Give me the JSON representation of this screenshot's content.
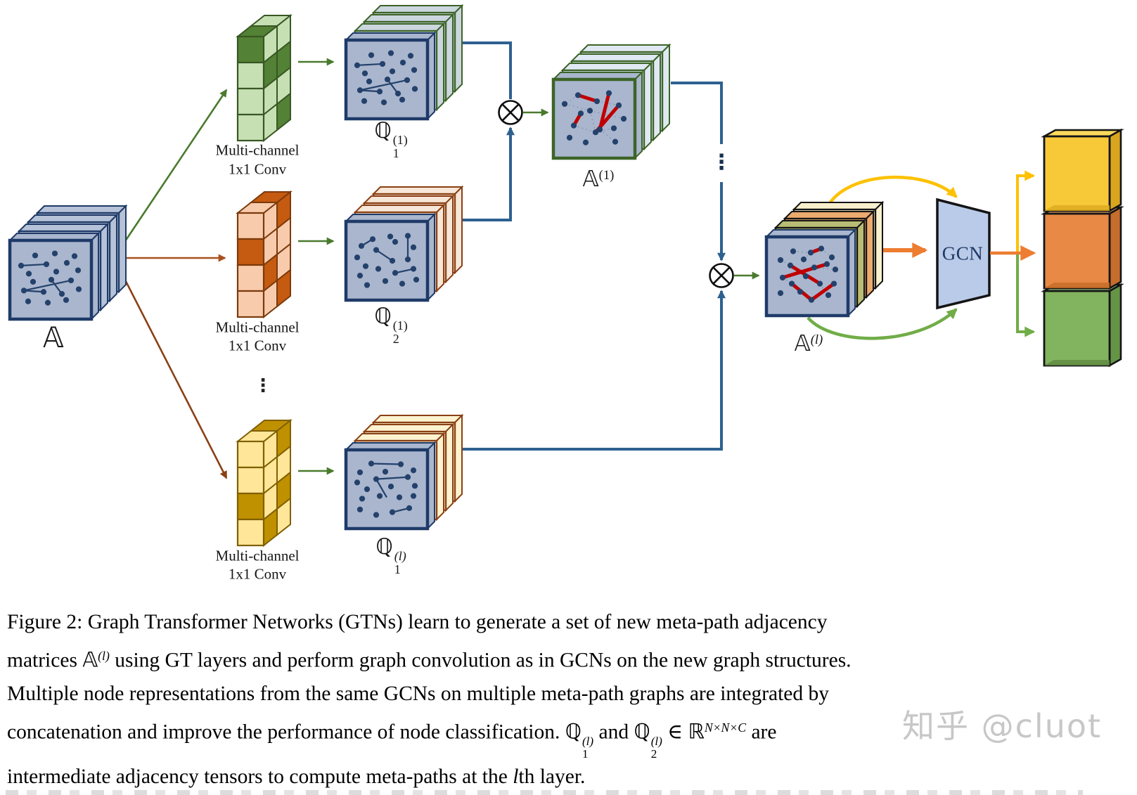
{
  "figure": {
    "type": "architecture-diagram",
    "title": "Graph Transformer Networks (GTN) layer diagram"
  },
  "labels": {
    "a": "𝔸",
    "conv_line1": "Multi-channel",
    "conv_line2": "1x1 Conv",
    "q11": {
      "base": "ℚ",
      "sub": "1",
      "sup": "(1)"
    },
    "q21": {
      "base": "ℚ",
      "sub": "2",
      "sup": "(1)"
    },
    "q1l": {
      "base": "ℚ",
      "sub": "1",
      "sup": "(l)"
    },
    "a1": {
      "base": "𝔸",
      "sup": "(1)"
    },
    "al": {
      "base": "𝔸",
      "sup": "(l)"
    },
    "gcn": "GCN",
    "vdots": "⋮",
    "otimes": "⊗"
  },
  "caption": {
    "line1": "Figure 2: Graph Transformer Networks (GTNs) learn to generate a set of new meta-path adjacency",
    "line2": {
      "s1": "matrices ",
      "a": "𝔸",
      "sup": "(l)",
      "s2": " using GT layers and perform graph convolution as in GCNs on the new graph structures."
    },
    "line3": "Multiple node representations from the same GCNs on multiple meta-path graphs are integrated by",
    "line4": {
      "s1": "concatenation and improve the performance of node classification. ",
      "q": "ℚ",
      "q1sub": "1",
      "q1sup": "(l)",
      "s2": " and ",
      "q2sub": "2",
      "q2sup": "(l)",
      "s3": " ∈ ",
      "r": "ℝ",
      "rsup": "N×N×C",
      "s4": " are"
    },
    "line5": {
      "s1": "intermediate adjacency tensors to compute meta-paths at the ",
      "l": "l",
      "s2": "th layer."
    }
  },
  "watermark": "知乎 @cluot",
  "colors": {
    "matrix_fill": "#a9b6ce",
    "matrix_stroke": "#1e3a68",
    "node": "#24416b",
    "red_edge": "#c00000",
    "dotted_edge": "#8d9bb5",
    "back_a_fill": "#b6c2d7",
    "back_q1_fill": "#ccd6de",
    "back_q1_stroke": "#3c6428",
    "back_q2_fill": "#f7e7d8",
    "back_q2_stroke": "#8a4015",
    "back_q1l_fill": "#fdf3d0",
    "a1_back_fill": "#e0e9f3",
    "al_back_fills": [
      "#f8efcd",
      "#edaa6e",
      "#b9bc74"
    ],
    "conv_green_light": "#c6e0b4",
    "conv_green_dark": "#538135",
    "conv_green_stroke": "#385723",
    "conv_orange_light": "#f8cbad",
    "conv_orange_dark": "#c55a11",
    "conv_orange_stroke": "#7b3a0b",
    "conv_yellow_light": "#ffe699",
    "conv_yellow_dark": "#bf9000",
    "conv_yellow_stroke": "#7f6000",
    "blue_line": "#2e6190",
    "green_arrow": "#4a7a2e",
    "orange_arrow": "#a9521f",
    "brown_arrow": "#8a4015",
    "big_orange": "#ed7d31",
    "curve_yellow": "#fdc101",
    "curve_green": "#71ad47",
    "gcn_fill": "#b9cbe8",
    "gcn_text": "#1f3864",
    "out_yellow_front": "#f7c938",
    "out_yellow_top": "#fbd95c",
    "out_yellow_side": "#d9a51e",
    "out_yellow_lip": "#dfac20",
    "out_orange_front": "#e88a45",
    "out_orange_top": "#f0a468",
    "out_orange_side": "#c66d2b",
    "out_orange_lip": "#c86d28",
    "out_green_front": "#82b35f",
    "out_green_top": "#a2c782",
    "out_green_side": "#659447",
    "out_green_lip": "#628c42",
    "black": "#141414"
  }
}
